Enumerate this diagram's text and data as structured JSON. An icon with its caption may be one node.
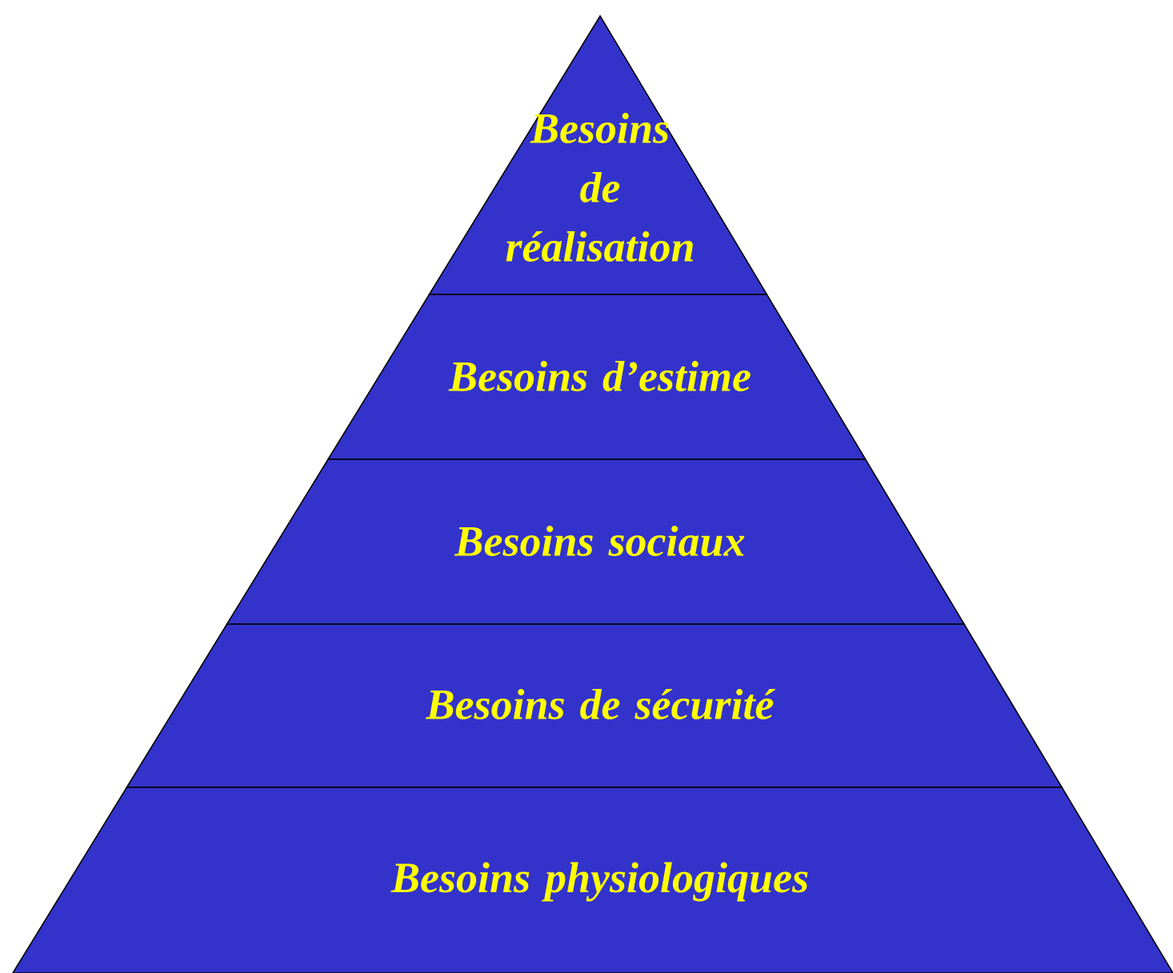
{
  "diagram": {
    "nodes": [
      {
        "text": [
          "Besoins de réalisation"
        ]
      },
      {
        "text": [
          "Besoins d’estime"
        ]
      },
      {
        "text": [
          "Besoins sociaux"
        ]
      },
      {
        "text": [
          "Besoins de sécurité"
        ]
      },
      {
        "text": [
          "Besoins physiologiques"
        ]
      }
    ]
  }
}
